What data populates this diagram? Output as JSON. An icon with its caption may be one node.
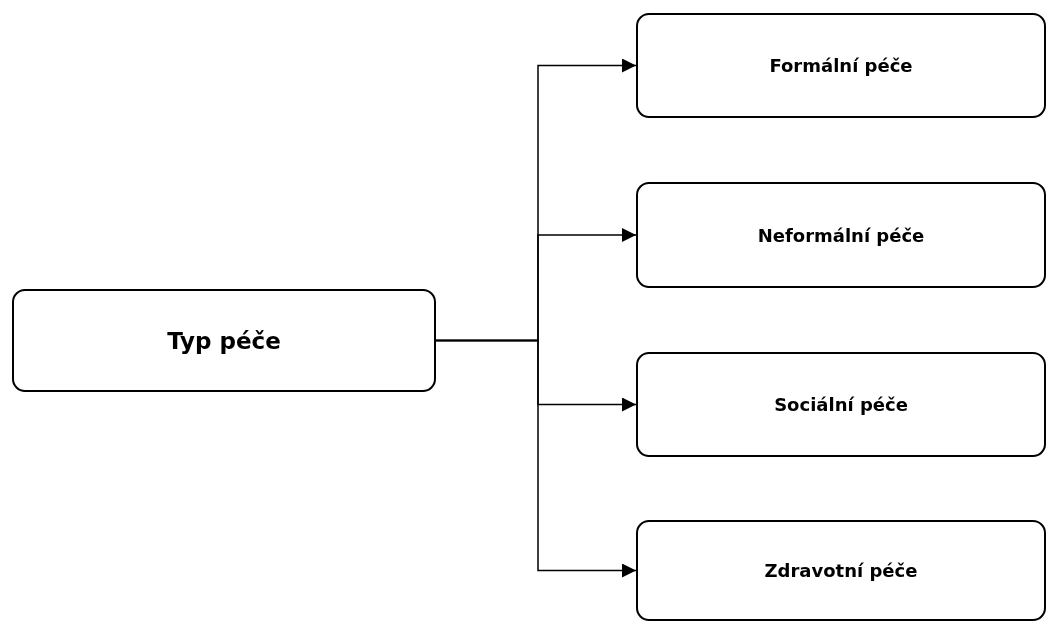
{
  "diagram": {
    "nodes": [
      {
        "text": [
          "Typ péče"
        ]
      },
      {
        "text": [
          "Formální péče"
        ]
      },
      {
        "text": [
          "Neformální péče"
        ]
      },
      {
        "text": [
          "Sociální péče"
        ]
      },
      {
        "text": [
          "Zdravotní péče"
        ]
      }
    ],
    "edges": [
      {
        "from": 0,
        "to": 1,
        "arrow": "to"
      },
      {
        "from": 0,
        "to": 2,
        "arrow": "to"
      },
      {
        "from": 0,
        "to": 3,
        "arrow": "to"
      },
      {
        "from": 0,
        "to": 4,
        "arrow": "to"
      }
    ]
  }
}
